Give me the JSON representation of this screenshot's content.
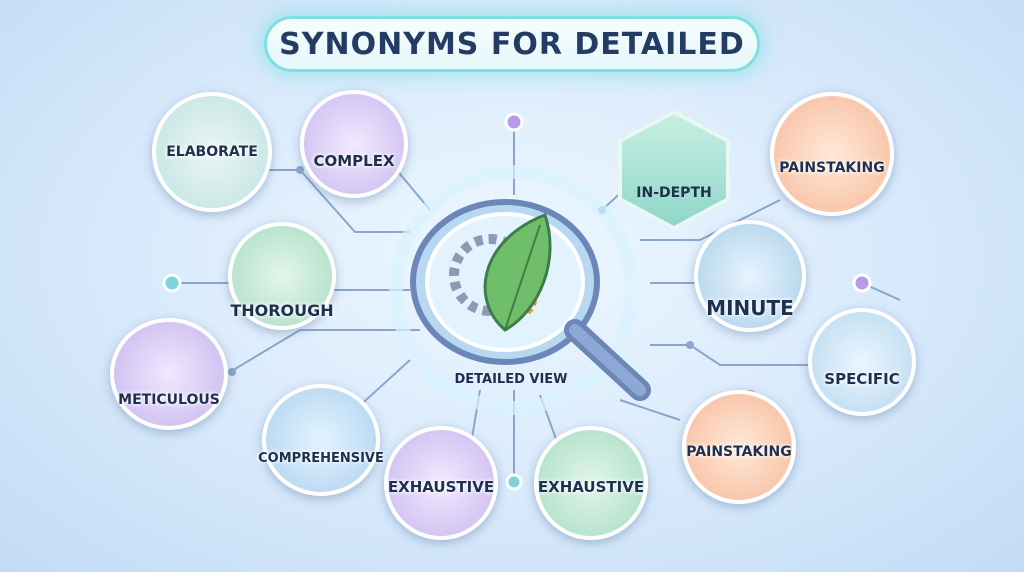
{
  "title": "SYNONYMS FOR DETAILED",
  "center_label": "DETAILED VIEW",
  "nodes": {
    "elaborate": "ELABORATE",
    "complex": "COMPLEX",
    "in_depth": "IN-DEPTH",
    "painstaking_top": "PAINSTAKING",
    "thorough": "THOROUGH",
    "minute": "MINUTE",
    "meticulous": "METICULOUS",
    "specific": "SPECIFIC",
    "comprehensive": "COMPREHENSIVE",
    "exhaustive_left": "EXHAUSTIVE",
    "exhaustive_right": "EXHAUSTIVE",
    "painstaking_bottom": "PAINSTAKING"
  },
  "colors": {
    "line": "#8aa6cc",
    "accent_teal": "#7fe0dc",
    "title_text": "#243b63"
  },
  "icons": [
    "knot-pattern-icon",
    "tangled-knot-icon",
    "layers-icon",
    "puzzle-person-icon",
    "checklist-icon",
    "clock-icon",
    "tweezers-icon",
    "location-pin-icon",
    "books-icon",
    "documents-icon",
    "gears-clock-icon",
    "magnifying-glass-icon"
  ]
}
